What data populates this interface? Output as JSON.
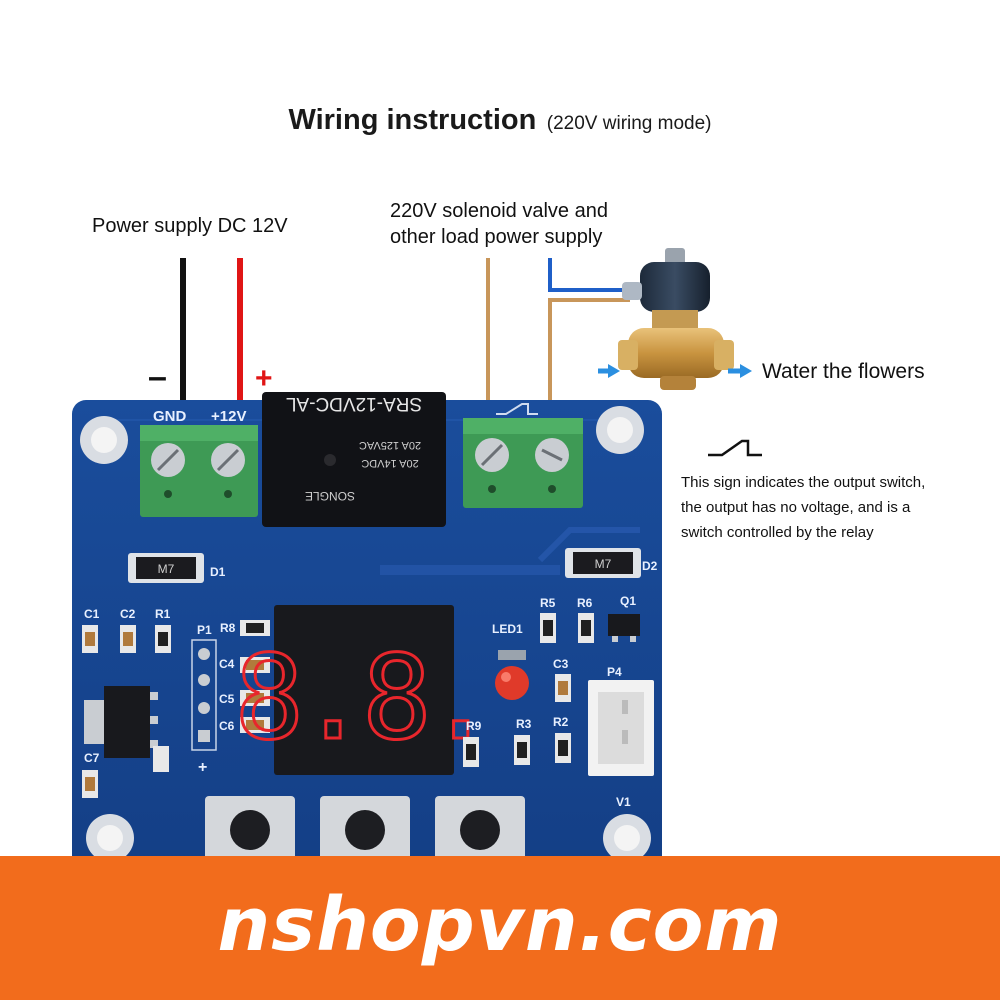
{
  "title": {
    "main": "Wiring instruction",
    "sub": "(220V wiring mode)"
  },
  "labels": {
    "power_supply": "Power supply DC 12V",
    "load_line1": "220V solenoid valve and",
    "load_line2": "other load power supply",
    "water": "Water the flowers",
    "minus_sign": "–",
    "plus_sign": "+"
  },
  "sign_note": {
    "line1": "This sign indicates the output switch,",
    "line2": "the output has no voltage, and is a",
    "line3": "switch controlled by the relay"
  },
  "board": {
    "gnd": "GND",
    "plus12v": "+12V",
    "relay_model": "SRA-12VDC-AL",
    "relay_rating1": "20A 125VAC",
    "relay_rating2": "20A 14VDC",
    "relay_brand": "SONGLE",
    "d1": "D1",
    "d2": "D2",
    "diode_marking": "M7",
    "c1": "C1",
    "c2": "C2",
    "r1": "R1",
    "p1": "P1",
    "r8": "R8",
    "c4": "C4",
    "c5": "C5",
    "c6": "C6",
    "c7": "C7",
    "led1": "LED1",
    "r5": "R5",
    "r6": "R6",
    "q1": "Q1",
    "c3": "C3",
    "p4": "P4",
    "r9": "R9",
    "r3": "R3",
    "r2": "R2",
    "v1": "V1",
    "plus_pin": "+",
    "display": "8.8."
  },
  "colors": {
    "board_blue": "#16448f",
    "terminal_green": "#3e9a55",
    "wire_black": "#111111",
    "wire_red": "#e01515",
    "wire_brown": "#c8965a",
    "wire_blue": "#1f5fc8",
    "banner_orange": "#f26c1c",
    "display_red": "#e8262c"
  },
  "brand": {
    "text": "nshopvn.com"
  }
}
